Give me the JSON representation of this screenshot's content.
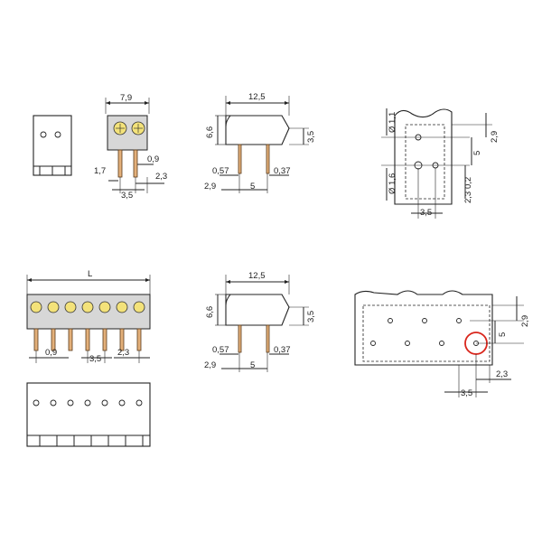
{
  "colors": {
    "line": "#222222",
    "pin": "#e3b07a",
    "led_yellow": "#f3e27a",
    "highlight_red": "#d9261c",
    "housing_gray": "#d7d7d7"
  },
  "dims": {
    "top_width": "7,9",
    "top_pin_offset": "1,7",
    "top_pin_width": "0,9",
    "top_pitch": "3,5",
    "top_edge": "2,3",
    "side_length": "12,5",
    "side_height_left": "6,6",
    "side_height_right": "3,5",
    "side_pin_a": "0,57",
    "side_pin_b": "0,37",
    "side_offset": "2,9",
    "side_spacing": "5",
    "pcb_hole_large": "Ø 1,1",
    "pcb_hole_small": "Ø 1,6",
    "pcb_right_top": "2,9",
    "pcb_right_mid": "5",
    "pcb_right_small": "0,2",
    "pcb_right_bottom": "2,3",
    "pcb_pitch": "3,5",
    "multi_length": "L",
    "multi_pin_width": "0,9",
    "multi_pitch": "3,5",
    "multi_edge": "2,3",
    "side2_length": "12,5",
    "side2_height_left": "6,6",
    "side2_height_right": "3,5",
    "side2_pin_a": "0,57",
    "side2_pin_b": "0,37",
    "side2_offset": "2,9",
    "side2_spacing": "5",
    "layout_right_top": "2,9",
    "layout_right_mid": "5",
    "layout_bottom_edge": "2,3",
    "layout_pitch": "3,5"
  }
}
